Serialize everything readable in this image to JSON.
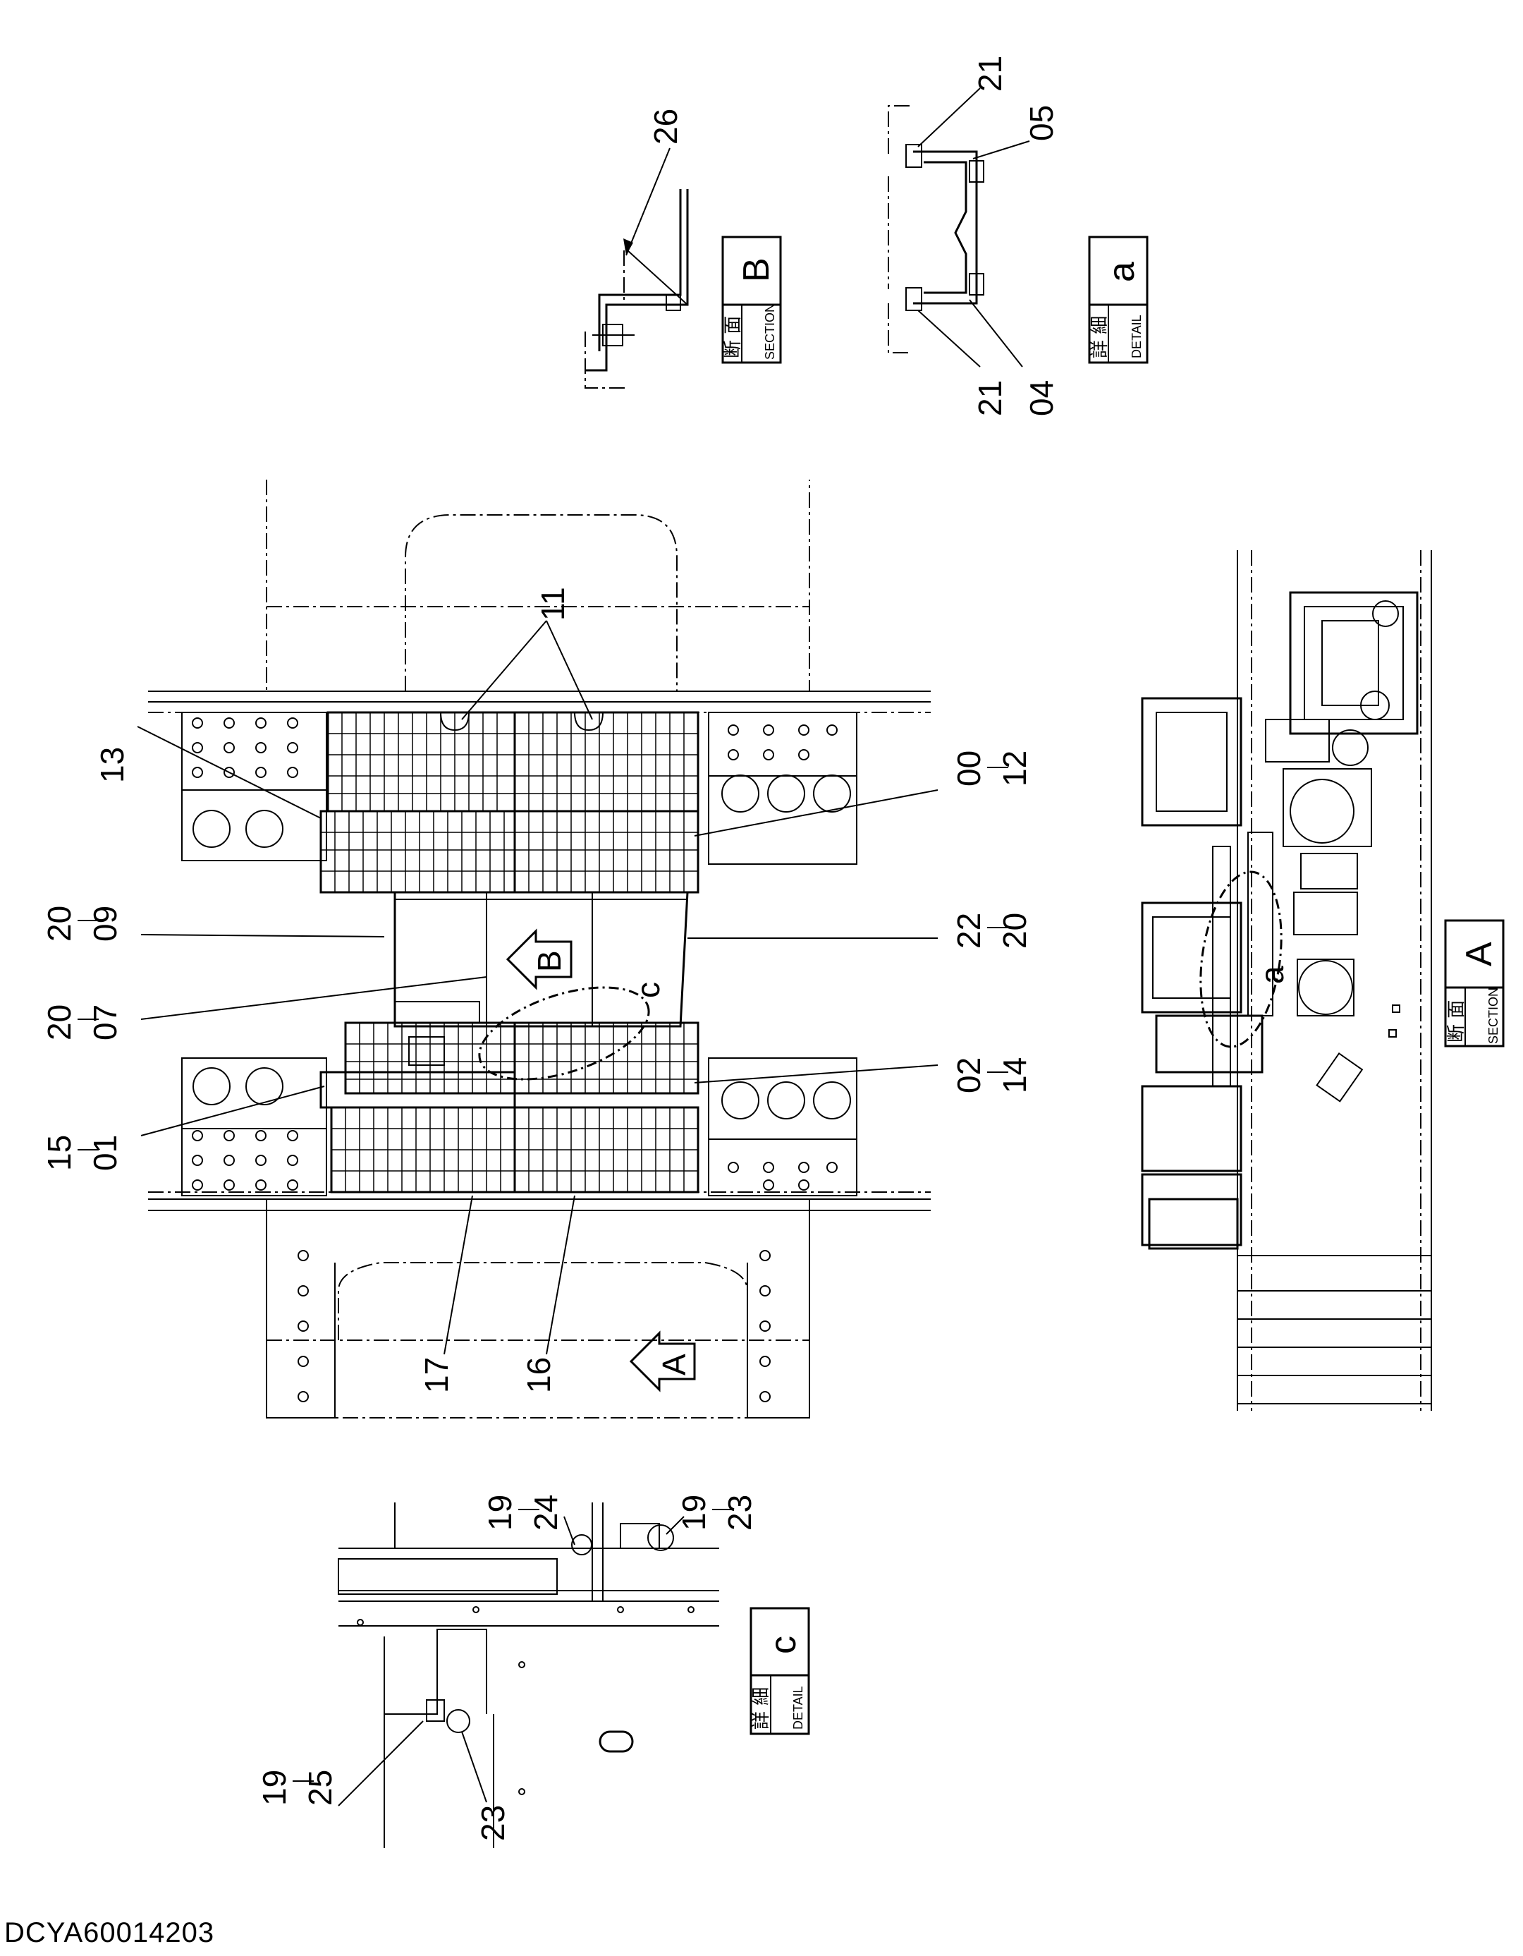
{
  "drawing_code": "DCYA60014203",
  "callouts": {
    "c26": "26",
    "c21_top": "21",
    "c05": "05",
    "c21_bot": "21",
    "c04": "04",
    "c11": "11",
    "c13": "13",
    "c00_12": [
      "00",
      "12"
    ],
    "c20_09": [
      "20",
      "09"
    ],
    "c22_20": [
      "22",
      "20"
    ],
    "c20_07": [
      "20",
      "07"
    ],
    "c02_14": [
      "02",
      "14"
    ],
    "c15_01": [
      "15",
      "01"
    ],
    "c17": "17",
    "c16": "16",
    "c19_24": [
      "19",
      "24"
    ],
    "c19_23": [
      "19",
      "23"
    ],
    "c19_25": [
      "19",
      "25"
    ],
    "c23": "23"
  },
  "markers": {
    "view_b": "B",
    "view_a": "A",
    "detail_c": "c",
    "detail_a": "a"
  },
  "title_blocks": {
    "section_b": {
      "kanji": "断 面",
      "sub": "SECTION",
      "letter": "B"
    },
    "detail_a": {
      "kanji": "詳 細",
      "sub": "DETAIL",
      "letter": "a"
    },
    "section_a": {
      "kanji": "断 面",
      "sub": "SECTION",
      "letter": "A"
    },
    "detail_c": {
      "kanji": "詳 細",
      "sub": "DETAIL",
      "letter": "c"
    }
  }
}
